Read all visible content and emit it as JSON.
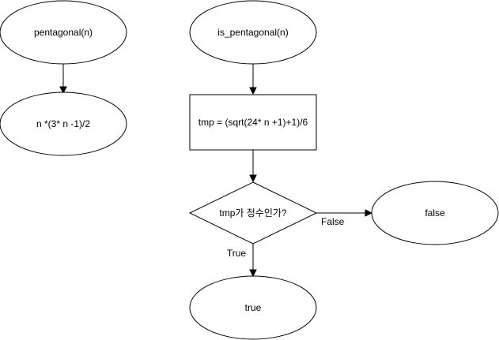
{
  "diagram": {
    "nodes": {
      "pentagonal": "pentagonal(n)",
      "pentagonal_formula": "n *(3* n -1)/2",
      "is_pentagonal": "is_pentagonal(n)",
      "tmp_assign": "tmp = (sqrt(24* n +1)+1)/6",
      "is_integer_check": "tmp가 정수인가?",
      "false_result": "false",
      "true_result": "true"
    },
    "edges": {
      "false_label": "False",
      "true_label": "True"
    },
    "colors": {
      "stroke": "#000000",
      "fill": "#ffffff"
    }
  }
}
